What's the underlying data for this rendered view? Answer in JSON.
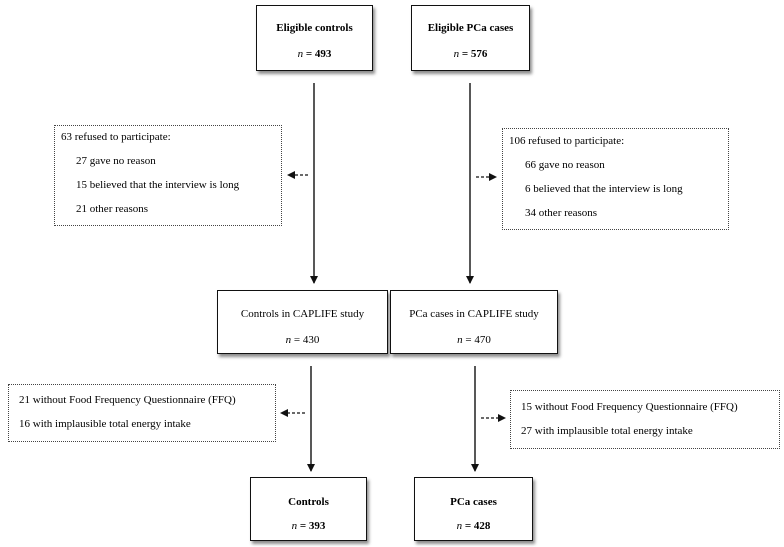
{
  "boxes": {
    "eligible_controls": {
      "title": "Eligible controls",
      "n": "493"
    },
    "eligible_cases": {
      "title": "Eligible PCa cases",
      "n": "576"
    },
    "controls_study": {
      "title": "Controls in CAPLIFE study",
      "n": "430"
    },
    "cases_study": {
      "title": "PCa cases in CAPLIFE study",
      "n": "470"
    },
    "controls_final": {
      "title": "Controls",
      "n": "393"
    },
    "cases_final": {
      "title": "PCa cases",
      "n": "428"
    }
  },
  "n_symbol": "n",
  "n_equals": " = ",
  "notes": {
    "controls_refused": {
      "header": "63 refused to participate:",
      "items": [
        "27 gave no reason",
        "15 believed that the interview is long",
        "21 other reasons"
      ]
    },
    "cases_refused": {
      "header": "106 refused to participate:",
      "items": [
        "66 gave no reason",
        "6 believed that the interview is long",
        "34 other reasons"
      ]
    },
    "controls_excluded": {
      "items": [
        "21 without Food Frequency Questionnaire (FFQ)",
        "16 with implausible total energy intake"
      ]
    },
    "cases_excluded": {
      "items": [
        "15 without Food Frequency Questionnaire (FFQ)",
        "27 with implausible total energy intake"
      ]
    }
  }
}
